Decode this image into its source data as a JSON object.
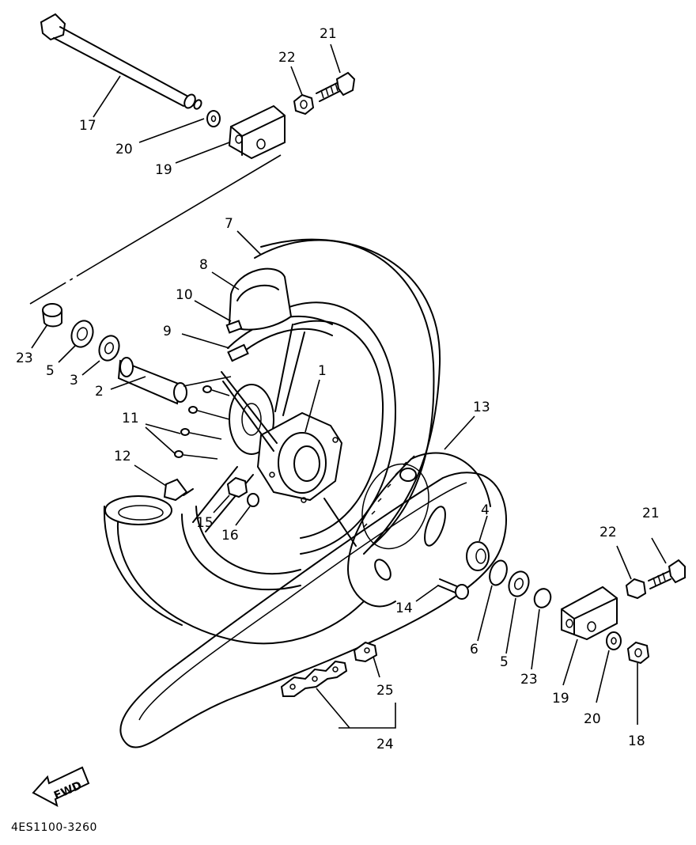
{
  "diagram_code": "4ES1100-3260",
  "fwd_label": "FWD",
  "callouts": [
    {
      "id": "c17a",
      "text": "17"
    },
    {
      "id": "c20a",
      "text": "20"
    },
    {
      "id": "c19a",
      "text": "19"
    },
    {
      "id": "c22a",
      "text": "22"
    },
    {
      "id": "c21a",
      "text": "21"
    },
    {
      "id": "c7",
      "text": "7"
    },
    {
      "id": "c8",
      "text": "8"
    },
    {
      "id": "c10",
      "text": "10"
    },
    {
      "id": "c9",
      "text": "9"
    },
    {
      "id": "c23a",
      "text": "23"
    },
    {
      "id": "c5a",
      "text": "5"
    },
    {
      "id": "c3",
      "text": "3"
    },
    {
      "id": "c2",
      "text": "2"
    },
    {
      "id": "c1",
      "text": "1"
    },
    {
      "id": "c11",
      "text": "11"
    },
    {
      "id": "c12",
      "text": "12"
    },
    {
      "id": "c15",
      "text": "15"
    },
    {
      "id": "c16",
      "text": "16"
    },
    {
      "id": "c13",
      "text": "13"
    },
    {
      "id": "c4",
      "text": "4"
    },
    {
      "id": "c14",
      "text": "14"
    },
    {
      "id": "c6",
      "text": "6"
    },
    {
      "id": "c5b",
      "text": "5"
    },
    {
      "id": "c23b",
      "text": "23"
    },
    {
      "id": "c19b",
      "text": "19"
    },
    {
      "id": "c20b",
      "text": "20"
    },
    {
      "id": "c18",
      "text": "18"
    },
    {
      "id": "c21b",
      "text": "21"
    },
    {
      "id": "c22b",
      "text": "22"
    },
    {
      "id": "c25",
      "text": "25"
    },
    {
      "id": "c24",
      "text": "24"
    }
  ]
}
